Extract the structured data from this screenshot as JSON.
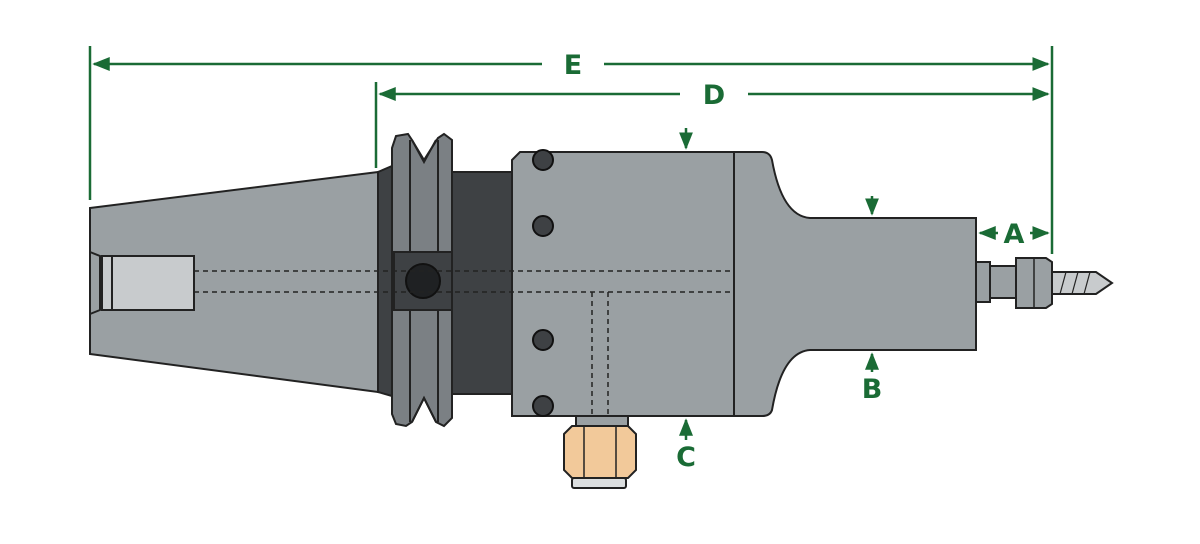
{
  "dimensions": {
    "e": "E",
    "d": "D",
    "a": "A",
    "b": "B",
    "c": "C"
  },
  "colors": {
    "dimension": "#1a6b35",
    "body": "#9aa0a3",
    "dark_body": "#3e4144",
    "outline": "#222222",
    "nut": "#f2c99a",
    "background": "#ffffff"
  }
}
